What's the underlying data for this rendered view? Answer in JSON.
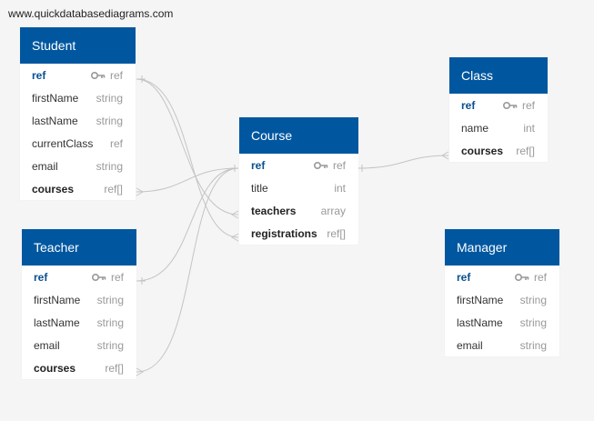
{
  "watermark": "www.quickdatabasediagrams.com",
  "tables": {
    "student": {
      "name": "Student",
      "fields": [
        {
          "name": "ref",
          "type": "ref",
          "pk": true,
          "bold": true
        },
        {
          "name": "firstName",
          "type": "string"
        },
        {
          "name": "lastName",
          "type": "string"
        },
        {
          "name": "currentClass",
          "type": "ref"
        },
        {
          "name": "email",
          "type": "string"
        },
        {
          "name": "courses",
          "type": "ref[]",
          "bold": true
        }
      ]
    },
    "teacher": {
      "name": "Teacher",
      "fields": [
        {
          "name": "ref",
          "type": "ref",
          "pk": true,
          "bold": true
        },
        {
          "name": "firstName",
          "type": "string"
        },
        {
          "name": "lastName",
          "type": "string"
        },
        {
          "name": "email",
          "type": "string"
        },
        {
          "name": "courses",
          "type": "ref[]",
          "bold": true
        }
      ]
    },
    "course": {
      "name": "Course",
      "fields": [
        {
          "name": "ref",
          "type": "ref",
          "pk": true,
          "bold": true
        },
        {
          "name": "title",
          "type": "int"
        },
        {
          "name": "teachers",
          "type": "array",
          "bold": true
        },
        {
          "name": "registrations",
          "type": "ref[]",
          "bold": true
        }
      ]
    },
    "class": {
      "name": "Class",
      "fields": [
        {
          "name": "ref",
          "type": "ref",
          "pk": true,
          "bold": true
        },
        {
          "name": "name",
          "type": "int"
        },
        {
          "name": "courses",
          "type": "ref[]",
          "bold": true
        }
      ]
    },
    "manager": {
      "name": "Manager",
      "fields": [
        {
          "name": "ref",
          "type": "ref",
          "pk": true,
          "bold": true
        },
        {
          "name": "firstName",
          "type": "string"
        },
        {
          "name": "lastName",
          "type": "string"
        },
        {
          "name": "email",
          "type": "string"
        }
      ]
    }
  },
  "colors": {
    "header": "#0057a0",
    "pk_text": "#0a4f8f",
    "type_text": "#999999",
    "link": "#c4c4c4"
  },
  "icons": {
    "primary_key": "key-icon"
  }
}
